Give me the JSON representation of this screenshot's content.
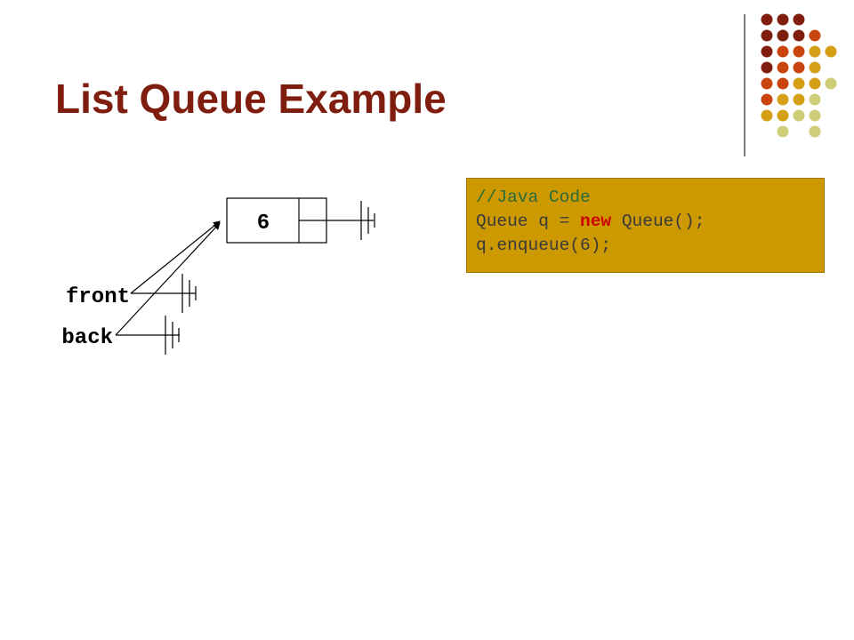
{
  "slide": {
    "title": "List Queue Example",
    "colors": {
      "title": "#7f1d0f",
      "code_background": "#cc9900",
      "dots": [
        "#7f1d0f",
        "#c8450f",
        "#d4a017",
        "#cfcc7a"
      ]
    }
  },
  "diagram": {
    "node_value": "6",
    "front_label": "front",
    "back_label": "back",
    "next_pointer": "null"
  },
  "code": {
    "comment": "//Java Code",
    "line2": {
      "before": "Queue q = ",
      "keyword": "new",
      "after": " Queue();"
    },
    "line3": "q.enqueue(6);"
  }
}
